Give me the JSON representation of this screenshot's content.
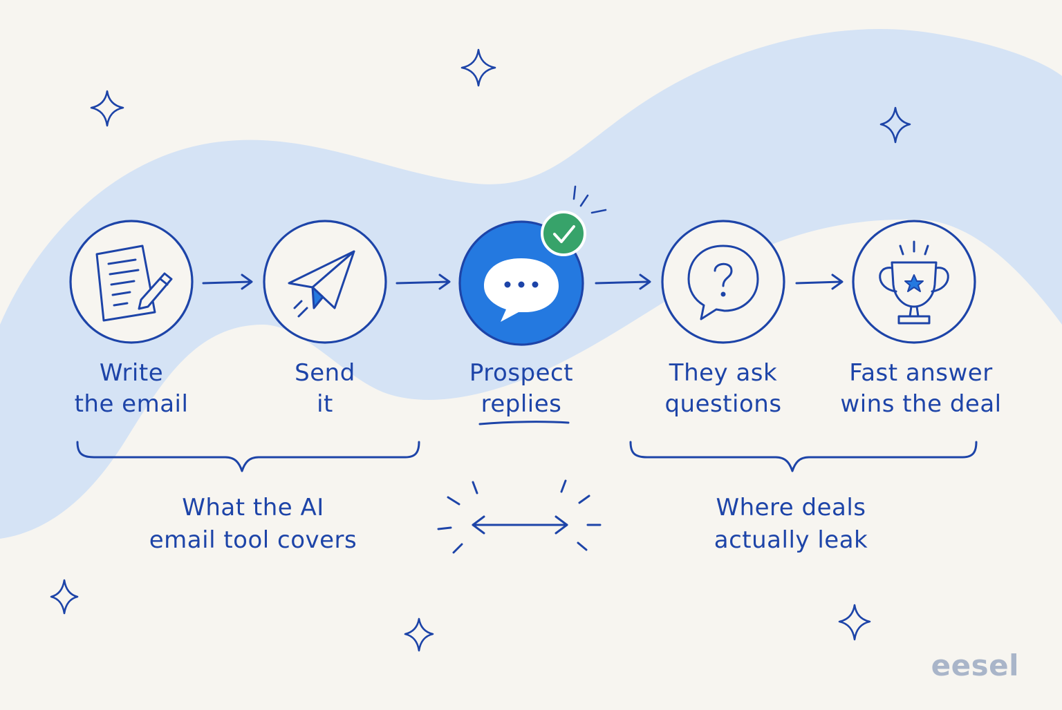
{
  "steps": [
    {
      "line1": "Write",
      "line2": "the email",
      "icon": "document-pencil-icon"
    },
    {
      "line1": "Send",
      "line2": "it",
      "icon": "paper-plane-icon"
    },
    {
      "line1": "Prospect",
      "line2": "replies",
      "icon": "chat-bubble-icon",
      "highlighted": true
    },
    {
      "line1": "They ask",
      "line2": "questions",
      "icon": "question-bubble-icon"
    },
    {
      "line1": "Fast answer",
      "line2": "wins the deal",
      "icon": "trophy-icon"
    }
  ],
  "groups": {
    "left": {
      "line1": "What the AI",
      "line2": "email tool covers"
    },
    "right": {
      "line1": "Where deals",
      "line2": "actually leak"
    }
  },
  "brand": "eesel",
  "colors": {
    "ink": "#1d44a8",
    "accent_blue": "#2479e0",
    "check_green": "#37a36a",
    "wave": "#d5e3f5",
    "background": "#f7f5f0",
    "brand_gray": "#a9b5c9"
  }
}
